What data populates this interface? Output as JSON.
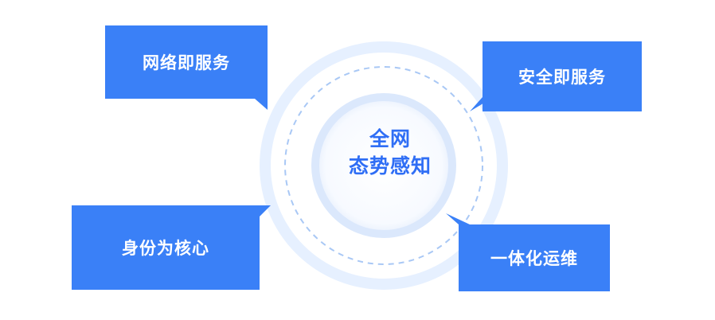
{
  "center": {
    "line1": "全网",
    "line2": "态势感知"
  },
  "boxes": {
    "top_left": "网络即服务",
    "top_right": "安全即服务",
    "bottom_left": "身份为核心",
    "bottom_right": "一体化运维"
  },
  "colors": {
    "box_fill": "#3a80f7",
    "center_text": "#2f6ef5",
    "outer_ring": "#e6f0ff",
    "dashed_ring": "#a9c8f5",
    "inner_disc": "#f4f8ff",
    "inner_ring": "#dbe8fc"
  }
}
